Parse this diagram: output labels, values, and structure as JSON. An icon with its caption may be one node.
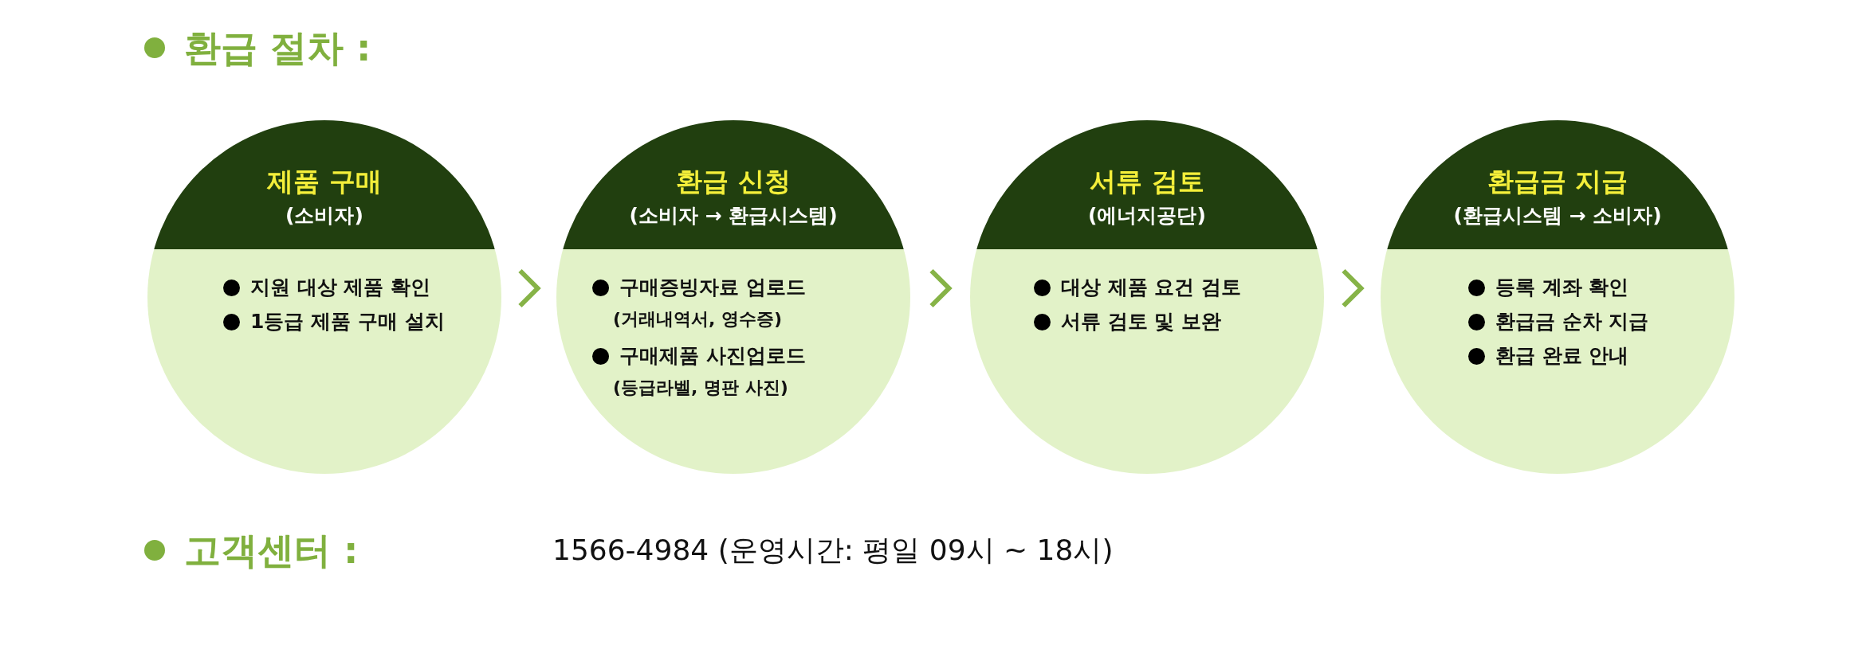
{
  "diagram": {
    "title": "환급 절차 :",
    "nodes": [
      {
        "text": [
          "제품 구매",
          "(소비자)",
          "지원 대상 제품 확인",
          "1등급 제품 구매 설치"
        ]
      },
      {
        "text": [
          "환급 신청",
          "(소비자 → 환급시스템)",
          "구매증빙자료 업로드 (거래내역서, 영수증)",
          "구매제품 사진업로드 (등급라벨, 명판 사진)"
        ]
      },
      {
        "text": [
          "서류 검토",
          "(에너지공단)",
          "대상 제품 요건 검토",
          "서류 검토 및 보완"
        ]
      },
      {
        "text": [
          "환급금 지급",
          "(환급시스템 → 소비자)",
          "등록 계좌 확인",
          "환급금 순차 지급",
          "환급 완료 안내"
        ]
      }
    ],
    "edges": [
      {
        "from": 0,
        "to": 1,
        "arrow": "to"
      },
      {
        "from": 1,
        "to": 2,
        "arrow": "to"
      },
      {
        "from": 2,
        "to": 3,
        "arrow": "to"
      }
    ],
    "labels": [
      "고객센터 :",
      "1566-4984 (운영시간: 평일 09시 ~ 18시)"
    ]
  }
}
